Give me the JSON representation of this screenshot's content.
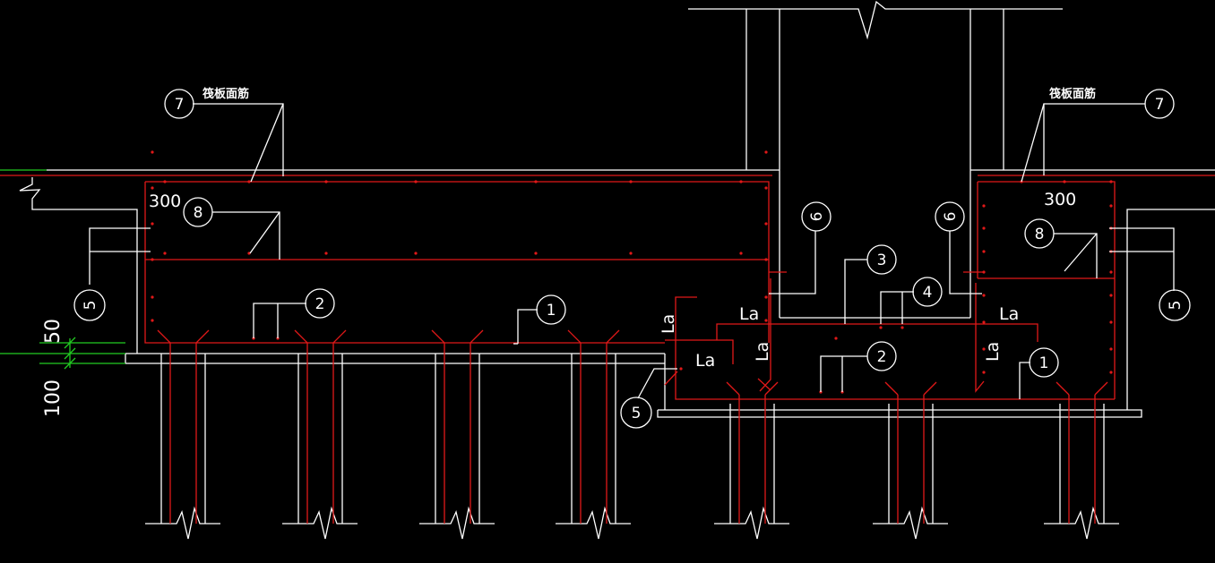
{
  "colors": {
    "background": "#000000",
    "structure_line": "#ffffff",
    "rebar": "#e01818",
    "dimension": "#22cc22"
  },
  "annotations": {
    "raft_top_bar_left": "筏板面筋",
    "raft_top_bar_right": "筏板面筋",
    "dim_300_left": "300",
    "dim_300_right": "300",
    "dim_50": "50",
    "dim_100": "100",
    "la_1": "La",
    "la_2": "La",
    "la_3": "La",
    "la_4": "La",
    "la_5": "La",
    "la_6": "La"
  },
  "markers": {
    "m7_left": "7",
    "m7_right": "7",
    "m8_left": "8",
    "m8_right": "8",
    "m5_left": "5",
    "m5_mid": "5",
    "m5_right": "5",
    "m2_left": "2",
    "m2_right": "2",
    "m1_left": "1",
    "m1_right": "1",
    "m6_left": "6",
    "m6_right": "6",
    "m3": "3",
    "m4": "4"
  }
}
